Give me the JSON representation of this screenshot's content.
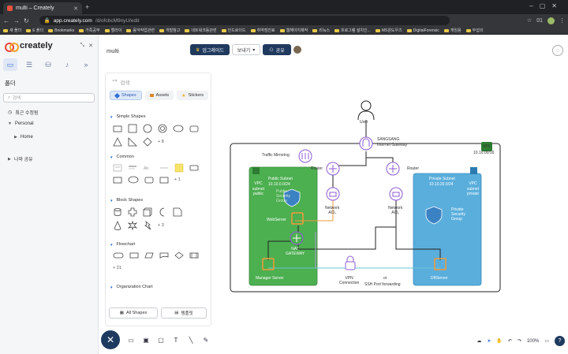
{
  "browser": {
    "tab_title": "multi – Creately",
    "url_host": "app.creately.com",
    "url_path": "/d/ofcbcM9nyU/edit",
    "profile_label": "01",
    "bookmarks": [
      "새 폴더",
      "E 플더",
      "Bookmarks",
      "가족공부",
      "엘라이",
      "음악작업관련",
      "개발참고",
      "네트워크동관련",
      "안드로이드",
      "취약점진료",
      "웹해이지제작",
      "리눅스",
      "프로그램 설치인...",
      "MS윈도우즈",
      "DigitalForensic",
      "게임용",
      "무섭의"
    ]
  },
  "app": {
    "brand": "creately",
    "folder_title": "폴더",
    "rail_search_placeholder": "검색",
    "tree": {
      "recent": "최근 수정됨",
      "personal": "Personal",
      "home": "Home",
      "shared": "나와 공유"
    },
    "doc_title": "multi",
    "upgrade_label": "업그레이드",
    "send_label": "보내기",
    "share_label": "공유"
  },
  "shapes_panel": {
    "search_placeholder": "검색",
    "tabs": [
      "Shapes",
      "Assets",
      "Stickers"
    ],
    "sections": [
      {
        "title": "Simple Shapes",
        "more": "+ 8"
      },
      {
        "title": "Common",
        "more": "+ 1"
      },
      {
        "title": "Block Shapes",
        "more": "+ 3"
      },
      {
        "title": "Flowchart",
        "more": "+ 21"
      },
      {
        "title": "Organization Chart",
        "more": ""
      }
    ],
    "all_shapes_label": "All Shapes",
    "templates_label": "템플릿"
  },
  "zoom": {
    "level": "100%"
  },
  "diagram": {
    "user": "User",
    "gateway_name": "SANGSANG",
    "gateway_sub": "Internet Gateway",
    "traffic_mirroring": "Traffic Mirroring",
    "router_left": "Router",
    "router_right": "Router",
    "vpc_label": "VPC",
    "vpc_cidr": "10.10.00/16",
    "public_vpc": "VPC\nsubnet\npublic",
    "public_subnet": "Public Subnet",
    "public_cidr": "10.10.0.0/24",
    "public_sg": "Public\nSecurity\nGroup",
    "webserver": "WebServer",
    "nat": "NAT\nGATEWAY",
    "manager_server": "Manager Server",
    "acl_left": "Network\nACL",
    "acl_right": "Network\nACL",
    "private_subnet": "Private Subnet",
    "private_cidr": "10.10.20.0/24",
    "private_vpc": "VPC\nsubnet\nprivate",
    "private_sg": "Private\nSecurity\nGroup",
    "dbserver": "DBServer",
    "vpn": "VPN\nConnection",
    "or": "or",
    "ssh": "SSH Port forwarding"
  },
  "colors": {
    "public_green": "#4caf50",
    "private_blue": "#5aaedc",
    "accent_navy": "#203a5e",
    "server_orange": "#f29a3a",
    "network_purple": "#8e5bd6"
  }
}
